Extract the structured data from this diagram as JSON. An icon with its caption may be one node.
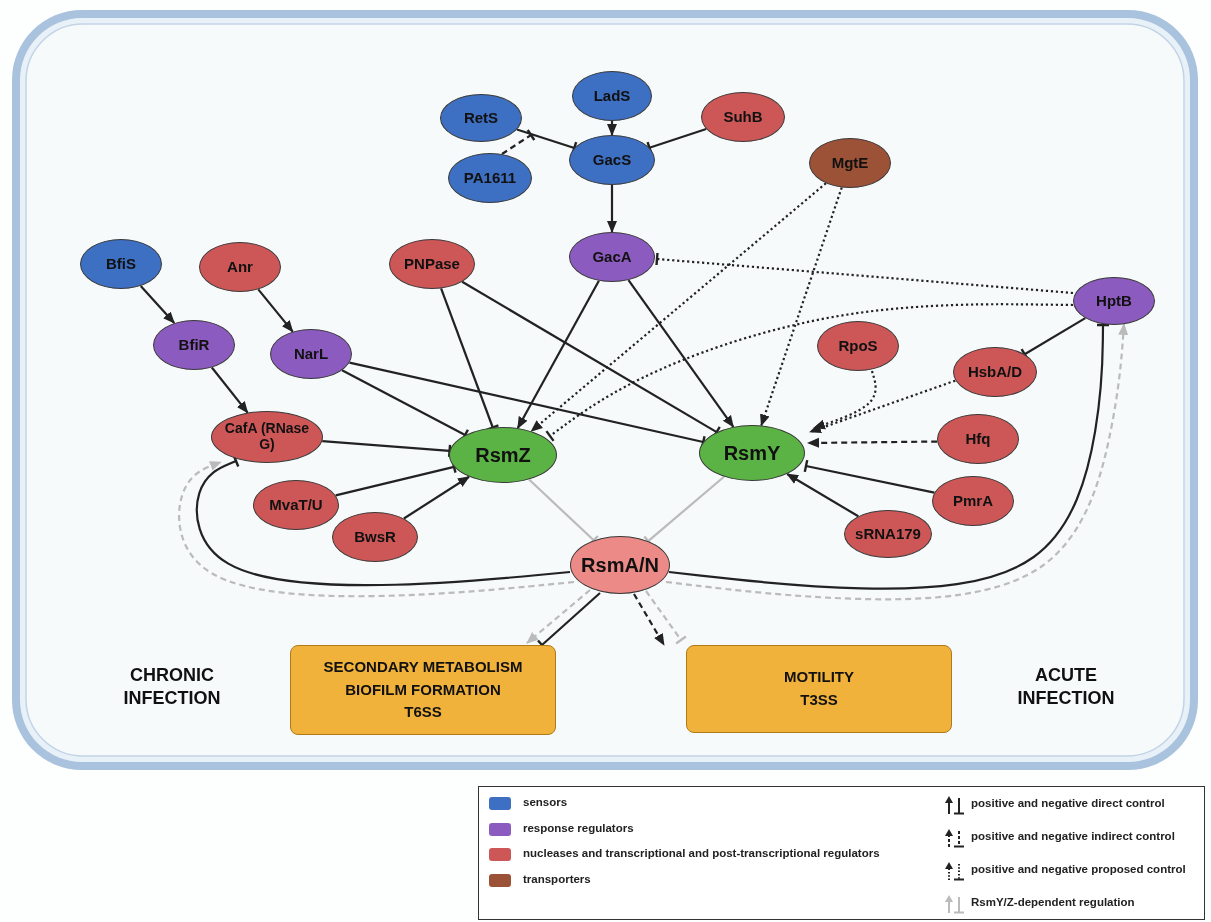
{
  "diagram": {
    "nodes": [
      {
        "text": [
          "LadS"
        ]
      },
      {
        "text": [
          "RetS"
        ]
      },
      {
        "text": [
          "SuhB"
        ]
      },
      {
        "text": [
          "GacS"
        ]
      },
      {
        "text": [
          "PA1611"
        ]
      },
      {
        "text": [
          "MgtE"
        ]
      },
      {
        "text": [
          "BfiS"
        ]
      },
      {
        "text": [
          "Anr"
        ]
      },
      {
        "text": [
          "PNPase"
        ]
      },
      {
        "text": [
          "GacA"
        ]
      },
      {
        "text": [
          "HptB"
        ]
      },
      {
        "text": [
          "BfiR"
        ]
      },
      {
        "text": [
          "NarL"
        ]
      },
      {
        "text": [
          "RpoS"
        ]
      },
      {
        "text": [
          "HsbA/D"
        ]
      },
      {
        "text": [
          "CafA (RNase G)"
        ]
      },
      {
        "text": [
          "RsmZ"
        ]
      },
      {
        "text": [
          "RsmY"
        ]
      },
      {
        "text": [
          "Hfq"
        ]
      },
      {
        "text": [
          "MvaT/U"
        ]
      },
      {
        "text": [
          "PmrA"
        ]
      },
      {
        "text": [
          "BwsR"
        ]
      },
      {
        "text": [
          "sRNA179"
        ]
      },
      {
        "text": [
          "RsmA/N"
        ]
      },
      {
        "text": [
          "SECONDARY METABOLISM",
          "BIOFILM FORMATION",
          "T6SS"
        ]
      },
      {
        "text": [
          "MOTILITY",
          "T3SS"
        ]
      }
    ],
    "edges": [
      {
        "from": 0,
        "to": 3,
        "arrow": "to"
      },
      {
        "from": 1,
        "to": 3,
        "arrow": "other"
      },
      {
        "from": 2,
        "to": 3,
        "arrow": "other"
      },
      {
        "from": 4,
        "to": null,
        "arrow": "other",
        "style": "dashed"
      },
      {
        "from": 3,
        "to": 9,
        "arrow": "to"
      },
      {
        "from": 10,
        "to": 9,
        "arrow": "other",
        "style": "dashed"
      },
      {
        "from": 9,
        "to": 16,
        "arrow": "to"
      },
      {
        "from": 9,
        "to": 17,
        "arrow": "to"
      },
      {
        "from": 5,
        "to": 16,
        "arrow": "to",
        "style": "dashed"
      },
      {
        "from": 5,
        "to": 17,
        "arrow": "to",
        "style": "dashed"
      },
      {
        "from": 10,
        "to": 16,
        "arrow": "other",
        "style": "dashed"
      },
      {
        "from": 10,
        "to": 14,
        "arrow": "other"
      },
      {
        "from": 14,
        "to": 17,
        "arrow": "to",
        "style": "dashed"
      },
      {
        "from": 13,
        "to": 17,
        "arrow": "to",
        "style": "dashed"
      },
      {
        "from": 18,
        "to": 17,
        "arrow": "to",
        "style": "dashed"
      },
      {
        "from": 20,
        "to": 17,
        "arrow": "other"
      },
      {
        "from": 22,
        "to": 17,
        "arrow": "to"
      },
      {
        "from": 6,
        "to": 11,
        "arrow": "to"
      },
      {
        "from": 7,
        "to": 12,
        "arrow": "to"
      },
      {
        "from": 11,
        "to": 15,
        "arrow": "to"
      },
      {
        "from": 12,
        "to": 16,
        "arrow": "other"
      },
      {
        "from": 12,
        "to": 17,
        "arrow": "other"
      },
      {
        "from": 8,
        "to": 16,
        "arrow": "other"
      },
      {
        "from": 8,
        "to": 17,
        "arrow": "other"
      },
      {
        "from": 15,
        "to": 16,
        "arrow": "other"
      },
      {
        "from": 19,
        "to": 16,
        "arrow": "other"
      },
      {
        "from": 21,
        "to": 16,
        "arrow": "to"
      },
      {
        "from": 16,
        "to": 23,
        "arrow": "other",
        "color": "#bbbbbb"
      },
      {
        "from": 17,
        "to": 23,
        "arrow": "other",
        "color": "#bbbbbb"
      },
      {
        "from": 23,
        "to": 15,
        "arrow": "other"
      },
      {
        "from": 23,
        "to": 15,
        "arrow": "to",
        "style": "dashed",
        "color": "#bbbbbb"
      },
      {
        "from": 23,
        "to": 10,
        "arrow": "other"
      },
      {
        "from": 23,
        "to": 10,
        "arrow": "to",
        "style": "dashed",
        "color": "#bbbbbb"
      },
      {
        "from": 23,
        "to": 24,
        "arrow": "other"
      },
      {
        "from": 23,
        "to": 24,
        "arrow": "to",
        "style": "dashed",
        "color": "#bbbbbb"
      },
      {
        "from": 23,
        "to": 25,
        "arrow": "to",
        "style": "dashed"
      },
      {
        "from": 23,
        "to": 25,
        "arrow": "other",
        "style": "dashed",
        "color": "#bbbbbb"
      }
    ],
    "labels": [
      "CHRONIC INFECTION",
      "ACUTE INFECTION"
    ],
    "legend": [
      {
        "text": "sensors",
        "color": "#3d6fc2"
      },
      {
        "text": "response regulators",
        "color": "#8c5bbf"
      },
      {
        "text": "nucleases and transcriptional and post-transcriptional regulators",
        "color": "#cd5757"
      },
      {
        "text": "transporters",
        "color": "#9c5236"
      },
      {
        "text": "positive and negative direct control"
      },
      {
        "text": "positive and negative indirect control"
      },
      {
        "text": "positive and negative proposed control"
      },
      {
        "text": "RsmY/Z-dependent regulation"
      }
    ]
  }
}
